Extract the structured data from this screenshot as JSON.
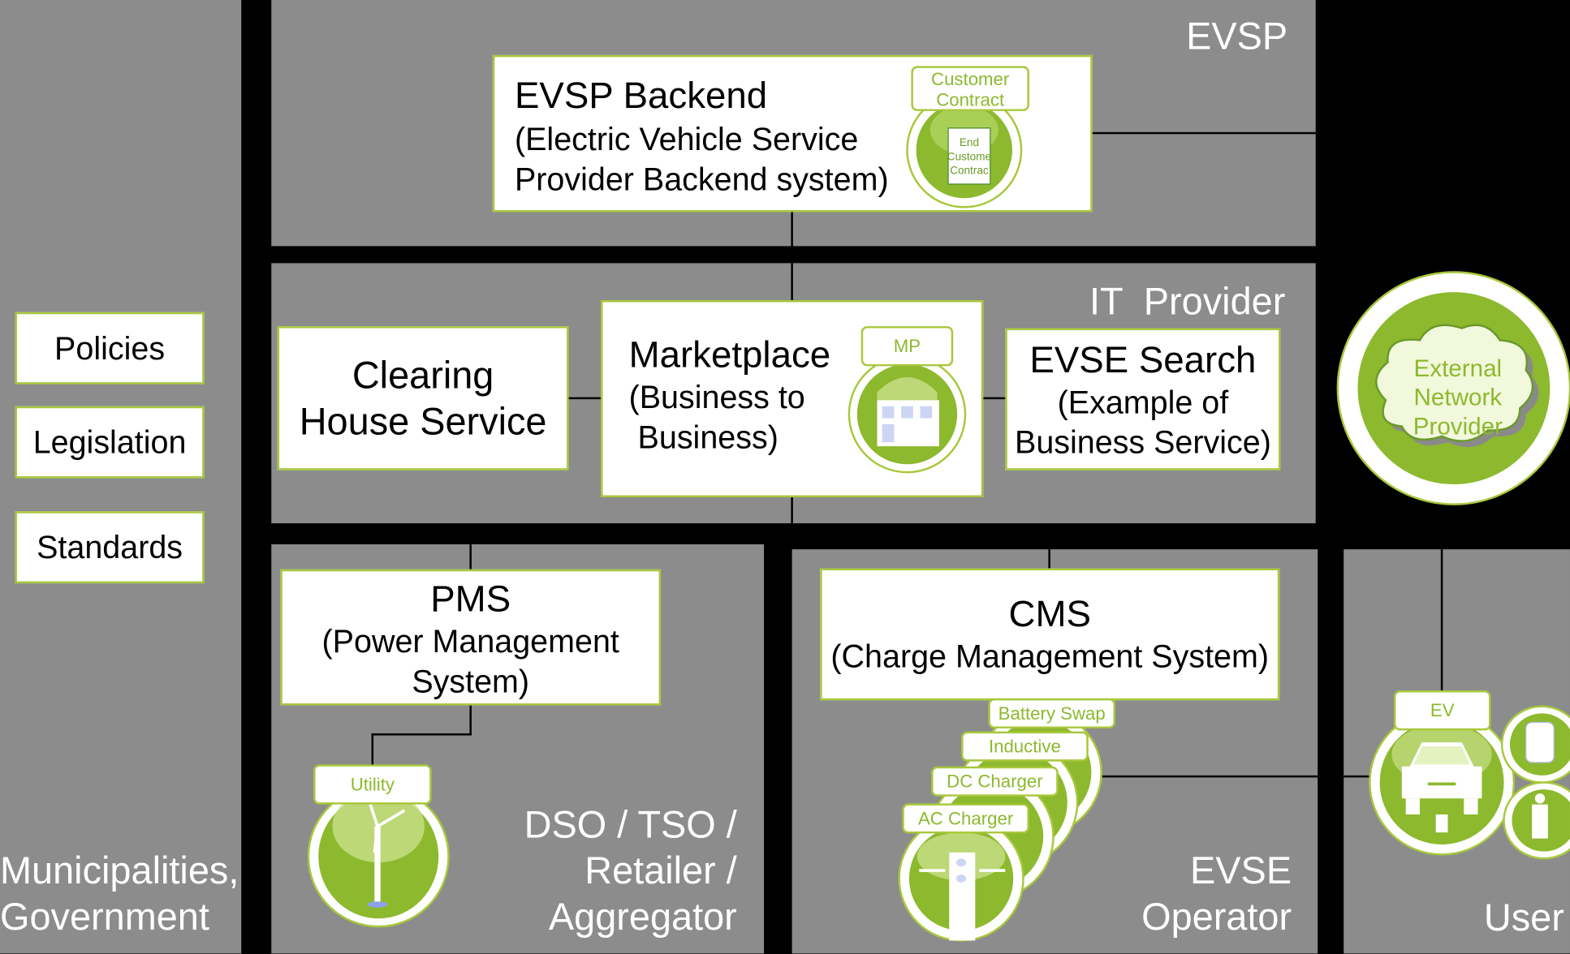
{
  "zones": {
    "evsp": "EVSP",
    "it_provider": "IT  Provider",
    "municipalities": [
      "Municipalities,",
      "Government"
    ],
    "dso": [
      "DSO / TSO /",
      "Retailer /",
      "Aggregator"
    ],
    "evse_operator": [
      "EVSE",
      "Operator"
    ],
    "user": "User"
  },
  "left_items": [
    "Policies",
    "Legislation",
    "Standards"
  ],
  "evsp_backend": {
    "title": "EVSP Backend",
    "lines": [
      "(Electric Vehicle Service",
      "Provider Backend system)"
    ],
    "tag": [
      "Customer",
      "Contract"
    ],
    "scroll_text": [
      "End",
      "Custome",
      "Contrac"
    ]
  },
  "clearing_house": [
    "Clearing",
    "House Service"
  ],
  "marketplace": {
    "lines": [
      "Marketplace",
      "(Business to",
      " Business)"
    ],
    "tag": "MP"
  },
  "evse_search": [
    "EVSE Search",
    "(Example of",
    "Business Service)"
  ],
  "external": [
    "External",
    "Network",
    "Provider"
  ],
  "pms": [
    "PMS",
    "(Power Management",
    "System)"
  ],
  "utility_tag": "Utility",
  "cms": [
    "CMS",
    "(Charge Management System)"
  ],
  "chargers": [
    "Battery Swap",
    "Inductive",
    "DC Charger",
    "AC Charger"
  ],
  "ev_tag": "EV",
  "colors": {
    "panel": "#8c8c8c",
    "green": "#8db92e",
    "border": "#a8c83c"
  }
}
